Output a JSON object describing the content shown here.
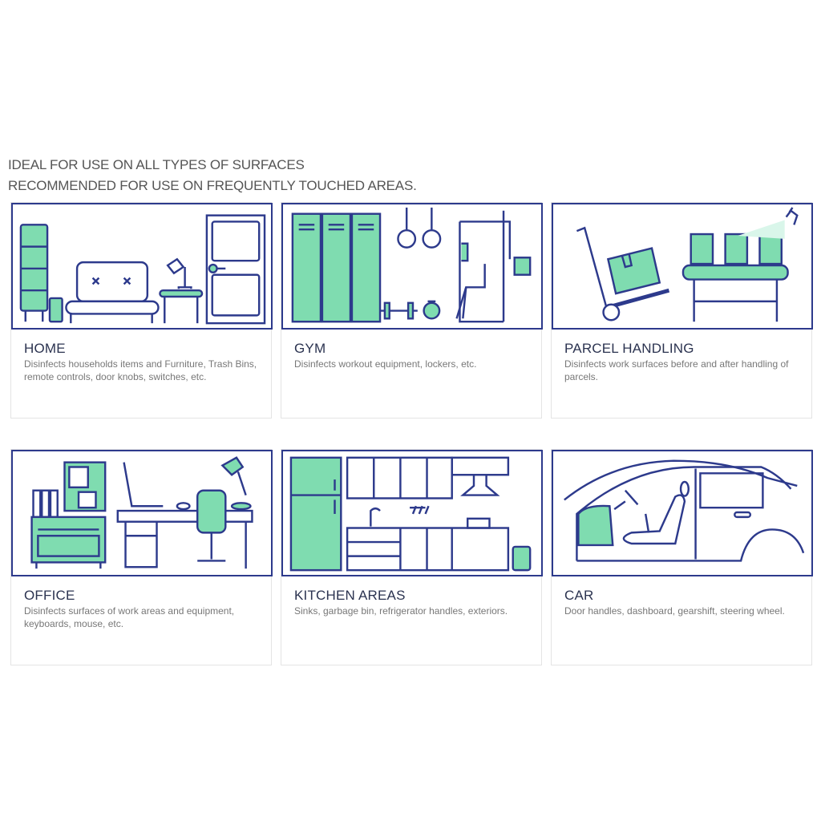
{
  "heading": {
    "line1": "IDEAL FOR USE ON ALL TYPES OF SURFACES",
    "line2": "RECOMMENDED FOR USE ON FREQUENTLY TOUCHED AREAS."
  },
  "colors": {
    "navy": "#2d3a8c",
    "mint": "#7fdcb0"
  },
  "cards": [
    {
      "title": "HOME",
      "description": "Disinfects households items and Furniture, Trash Bins, remote controls, door knobs, switches, etc.",
      "icon": "living-room-illustration"
    },
    {
      "title": "GYM",
      "description": "Disinfects workout equipment, lockers, etc.",
      "icon": "gym-illustration"
    },
    {
      "title": "PARCEL HANDLING",
      "description": "Disinfects work surfaces before and after handling of parcels.",
      "icon": "parcel-illustration"
    },
    {
      "title": "OFFICE",
      "description": "Disinfects surfaces of work areas and equipment, keyboards, mouse, etc.",
      "icon": "office-illustration"
    },
    {
      "title": "KITCHEN AREAS",
      "description": "Sinks, garbage bin, refrigerator handles, exteriors.",
      "icon": "kitchen-illustration"
    },
    {
      "title": "CAR",
      "description": "Door handles, dashboard, gearshift, steering wheel.",
      "icon": "car-illustration"
    }
  ]
}
